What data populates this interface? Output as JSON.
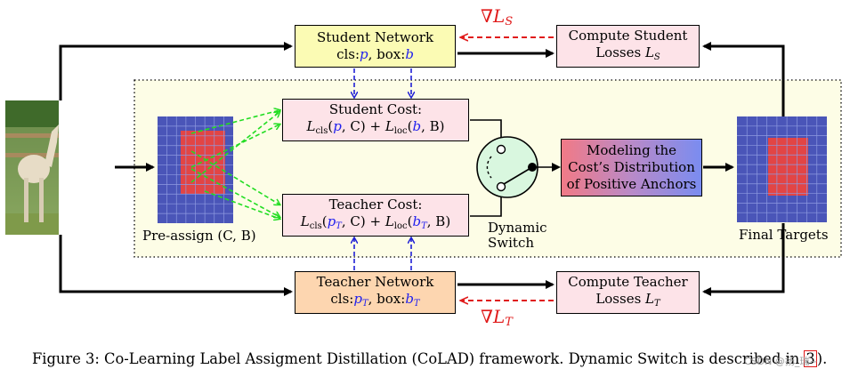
{
  "student_network": {
    "title": "Student Network",
    "cls_prefix": "cls:",
    "cls_var": "p",
    "box_prefix": ", box:",
    "box_var": "b"
  },
  "teacher_network": {
    "title": "Teacher Network",
    "cls_prefix": "cls:",
    "cls_var": "p",
    "cls_sub": "T",
    "box_prefix": ", box:",
    "box_var": "b",
    "box_sub": "T"
  },
  "student_loss": {
    "line1": "Compute Student",
    "line2": "Losses ",
    "var": "L",
    "sub": "S"
  },
  "teacher_loss": {
    "line1": "Compute Teacher",
    "line2": "Losses ",
    "var": "L",
    "sub": "T"
  },
  "student_cost": {
    "title": "Student Cost:",
    "formula_parts": [
      "L",
      "cls",
      "(",
      "p",
      ", C) + ",
      "L",
      "loc",
      "(",
      "b",
      ", B)"
    ]
  },
  "teacher_cost": {
    "title": "Teacher Cost:",
    "formula_parts": [
      "L",
      "cls",
      "(",
      "p",
      "T",
      ", C) + ",
      "L",
      "loc",
      "(",
      "b",
      "T",
      ", B)"
    ]
  },
  "grad_student": {
    "symbol": "∇",
    "var": "L",
    "sub": "S"
  },
  "grad_teacher": {
    "symbol": "∇",
    "var": "L",
    "sub": "T"
  },
  "modeling_box": {
    "line1": "Modeling the",
    "line2": "Cost’s Distribution",
    "line3": "of Positive Anchors"
  },
  "preassign_label": "Pre-assign (C, B)",
  "switch_label": {
    "line1": "Dynamic",
    "line2": "Switch"
  },
  "final_label": "Final Targets",
  "caption": {
    "text": "Figure 3: Co-Learning Label Assigment Distillation (CoLAD) framework. Dynamic Switch is described in ",
    "ref": "3",
    "tail": ")."
  },
  "watermark": "CSDN @扬_瑞~",
  "colors": {
    "student_box": "#fbfbb4",
    "teacher_box": "#fdd6b0",
    "cost_box": "#fde3e8",
    "gradient_red": "#e01b1b",
    "dashed_blue": "#1f1fd6",
    "dashed_green": "#22dd22",
    "switch_fill": "#d9f7df",
    "panel_fill": "#fdfde6"
  },
  "icons": [
    "horse-photo",
    "preassign-grid",
    "final-targets-grid",
    "switch-icon"
  ]
}
